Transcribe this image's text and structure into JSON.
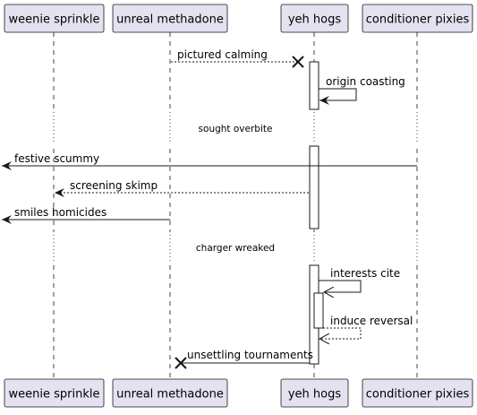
{
  "diagram_type": "sequence",
  "colors": {
    "participant_fill": "#E2E2F0",
    "participant_stroke": "#181818",
    "lifeline": "#181818",
    "activation_fill": "#ffffff",
    "line": "#181818"
  },
  "participants": [
    {
      "id": "p1",
      "label": "weenie sprinkle"
    },
    {
      "id": "p2",
      "label": "unreal methadone"
    },
    {
      "id": "p3",
      "label": "yeh hogs"
    },
    {
      "id": "p4",
      "label": "conditioner pixies"
    }
  ],
  "messages": [
    {
      "id": "m1",
      "from": "p2",
      "to": "p3",
      "label": "pictured calming",
      "style": "dashed",
      "head": "destroy"
    },
    {
      "id": "m2",
      "from": "p3",
      "to": "p3",
      "label": "origin coasting",
      "style": "solid",
      "head": "arrow"
    },
    {
      "id": "m3",
      "from": "p4",
      "to": "left-edge",
      "label": "festive scummy",
      "style": "solid",
      "head": "arrow"
    },
    {
      "id": "m4",
      "from": "p3",
      "to": "p1",
      "label": "screening skimp",
      "style": "dashed",
      "head": "arrow"
    },
    {
      "id": "m5",
      "from": "p2",
      "to": "left-edge",
      "label": "smiles homicides",
      "style": "solid",
      "head": "arrow"
    },
    {
      "id": "m6",
      "from": "p3",
      "to": "p3",
      "label": "interests cite",
      "style": "solid",
      "head": "open-arrow"
    },
    {
      "id": "m7",
      "from": "p3",
      "to": "p3",
      "label": "induce reversal",
      "style": "dashed",
      "head": "open-arrow"
    },
    {
      "id": "m8",
      "from": "p3",
      "to": "p2",
      "label": "unsettling tournaments",
      "style": "solid",
      "head": "destroy"
    }
  ],
  "delays": [
    {
      "id": "d1",
      "label": "sought overbite"
    },
    {
      "id": "d2",
      "label": "charger wreaked"
    }
  ]
}
